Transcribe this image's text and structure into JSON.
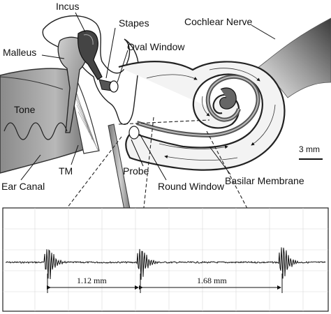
{
  "labels": {
    "incus": "Incus",
    "stapes": "Stapes",
    "cochlear_nerve": "Cochlear Nerve",
    "malleus": "Malleus",
    "oval_window": "Oval Window",
    "tone": "Tone",
    "scale_bar": "3 mm",
    "tm": "TM",
    "probe": "Probe",
    "ear_canal": "Ear Canal",
    "round_window": "Round Window",
    "basilar_membrane": "Basilar Membrane"
  },
  "measurements": {
    "left": "1.12 mm",
    "right": "1.68 mm"
  }
}
